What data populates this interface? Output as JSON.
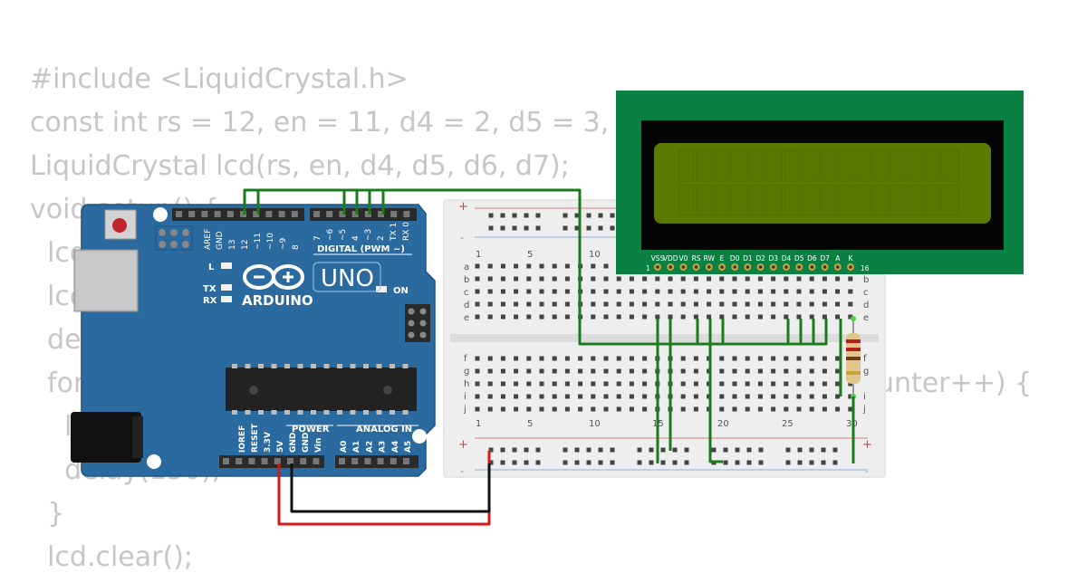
{
  "code": {
    "lines": [
      "#include <LiquidCrystal.h>",
      "const int rs = 12, en = 11, d4 = 2, d5 = 3, d6",
      "LiquidCrystal lcd(rs, en, d4, d5, d6, d7);",
      "void setup() {",
      "  lcd.",
      "  lcd.",
      "  del",
      "  for",
      "    lc",
      "    delay(150);",
      "  }",
      "  lcd.clear();"
    ],
    "right_fragment": "unter++) {"
  },
  "arduino": {
    "brand": "ARDUINO",
    "model": "UNO",
    "digital_label": "DIGITAL (PWM ~)",
    "power_label": "POWER",
    "analog_label": "ANALOG IN",
    "led_l": "L",
    "led_tx": "TX",
    "led_rx": "RX",
    "led_on": "ON",
    "top_pin_labels": [
      "AREF",
      "GND",
      "13",
      "12",
      "~11",
      "~10",
      "~9",
      "8",
      "7",
      "~6",
      "~5",
      "4",
      "~3",
      "2",
      "TX 1",
      "RX 0"
    ],
    "power_pin_labels": [
      "IOREF",
      "RESET",
      "3.3V",
      "5V",
      "GND",
      "GND",
      "Vin"
    ],
    "analog_pin_labels": [
      "A0",
      "A1",
      "A2",
      "A3",
      "A4",
      "A5"
    ]
  },
  "breadboard": {
    "column_numbers": [
      "1",
      "5",
      "10",
      "15",
      "20",
      "25",
      "30"
    ],
    "rows_top": [
      "a",
      "b",
      "c",
      "d",
      "e"
    ],
    "rows_bottom": [
      "f",
      "g",
      "h",
      "i",
      "j"
    ],
    "rail_plus": "+",
    "rail_minus": "-"
  },
  "lcd": {
    "pin_labels": [
      "VSS",
      "VDD",
      "V0",
      "RS",
      "RW",
      "E",
      "D0",
      "D1",
      "D2",
      "D3",
      "D4",
      "D5",
      "D6",
      "D7",
      "A",
      "K"
    ],
    "first_pin": "1",
    "last_pin": "16",
    "colors": {
      "pcb": "#0b8043",
      "screen": "#5c7a00"
    }
  },
  "wires": {
    "signal": "#1b7a1b",
    "power": "#d11a1a",
    "ground": "#111111"
  }
}
